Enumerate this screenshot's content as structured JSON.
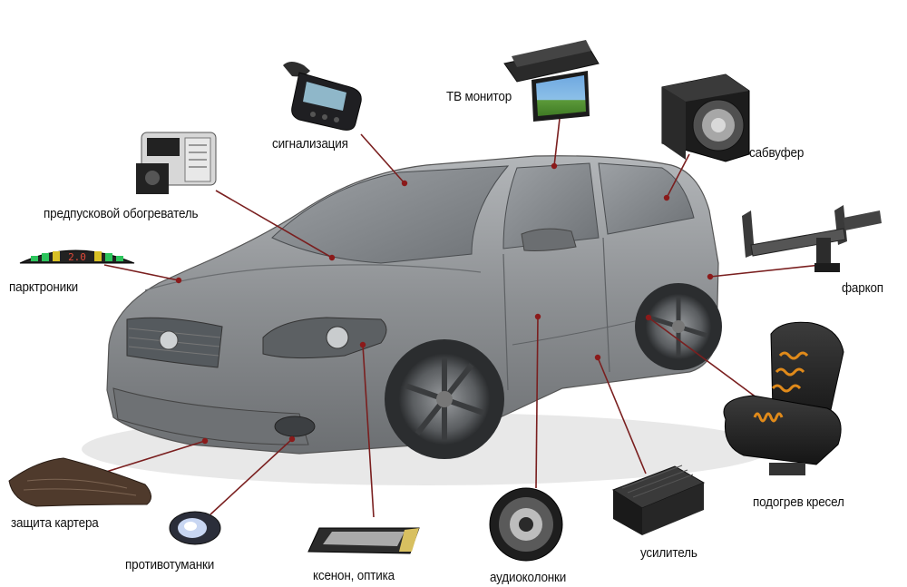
{
  "labels": {
    "tv_monitor": "ТВ монитор",
    "alarm": "сигнализация",
    "subwoofer": "сабвуфер",
    "preheater": "предпусковой обогреватель",
    "parktronic": "парктроники",
    "towbar": "фаркоп",
    "seat_heating": "подогрев кресел",
    "crankcase_guard": "защита картера",
    "fog_lights": "противотуманки",
    "xenon": "ксенон, оптика",
    "speakers": "аудиоколонки",
    "amplifier": "усилитель"
  },
  "parktronic_display": "2.0",
  "colors": {
    "car_body": "#8e9194",
    "car_dark": "#3a3c3e",
    "leader_line": "#7a1f1f",
    "leader_dot": "#8b1a1a",
    "seat_heat": "#e08a1a"
  },
  "icons": {
    "tv": "tv-monitor-icon",
    "alarm": "alarm-remote-icon",
    "subwoofer": "subwoofer-icon",
    "heater": "engine-heater-icon",
    "parktronic": "parktronic-display-icon",
    "towbar": "towbar-icon",
    "seat": "heated-seat-icon",
    "guard": "crankcase-guard-icon",
    "fog": "fog-light-icon",
    "xenon": "xenon-lamp-icon",
    "speaker": "speaker-icon",
    "amp": "amplifier-icon"
  }
}
